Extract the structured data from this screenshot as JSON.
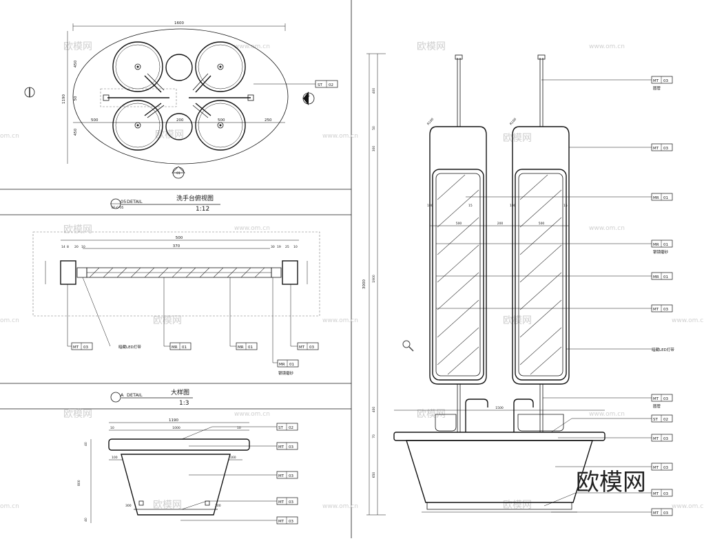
{
  "watermark": {
    "logo_text": "欧模网",
    "url_text": "www.om.cn",
    "url_text_partial": "om.cn"
  },
  "big_logo": "欧模网",
  "plan": {
    "overall_width": "1600",
    "height_dim": "1190",
    "left_dims": [
      "450",
      "50",
      "450"
    ],
    "mid_dims": [
      "500",
      "200",
      "500",
      "250"
    ],
    "tag": {
      "code": "ST",
      "num": "02"
    },
    "section_label": "01",
    "detail_marker": "05",
    "detail_title": "DETAIL",
    "detail_name": "洗手台俯视图",
    "scale": "1:12",
    "marker_sub": "EF-C-05",
    "elev_marker": "02"
  },
  "section_a": {
    "overall": "500",
    "inner": "370",
    "left_dims": [
      "14",
      "8",
      "20",
      "10"
    ],
    "right_dims": [
      "30",
      "19",
      "25",
      "10"
    ],
    "tags": [
      {
        "code": "MT",
        "num": "03",
        "note": ""
      },
      {
        "code": "",
        "num": "",
        "note": "暗藏LED灯带"
      },
      {
        "code": "MR",
        "num": "01",
        "note": ""
      },
      {
        "code": "MR",
        "num": "01",
        "note": ""
      },
      {
        "code": "MR",
        "num": "01",
        "note": "银镜磨砂"
      },
      {
        "code": "MT",
        "num": "03",
        "note": ""
      }
    ],
    "detail_marker": "A",
    "detail_title": "DETAIL",
    "detail_name": "大样图",
    "scale": "1:3"
  },
  "section_b": {
    "top_dims": [
      "1190",
      "10",
      "1000",
      "10"
    ],
    "side_dims": [
      "40",
      "800",
      "40"
    ],
    "inner_dims": [
      "100",
      "160"
    ],
    "bottom_dims": [
      "300",
      "300"
    ],
    "tags": [
      {
        "code": "ST",
        "num": "02"
      },
      {
        "code": "MT",
        "num": "03"
      },
      {
        "code": "MT",
        "num": "03"
      },
      {
        "code": "MT",
        "num": "03"
      },
      {
        "code": "MT",
        "num": "03"
      }
    ]
  },
  "elevation": {
    "total_height": "3000",
    "height_dims": [
      "400",
      "50",
      "300",
      "1900",
      "400",
      "70",
      "650"
    ],
    "counter_width": "1500",
    "mirror_dims": [
      "500",
      "200",
      "500"
    ],
    "small_dims": [
      "100",
      "15"
    ],
    "angle_label": "R100",
    "tags": [
      {
        "code": "MT",
        "num": "03",
        "note": "圆管"
      },
      {
        "code": "MT",
        "num": "03",
        "note": ""
      },
      {
        "code": "MR",
        "num": "01",
        "note": ""
      },
      {
        "code": "MR",
        "num": "01",
        "note": "银镜磨砂"
      },
      {
        "code": "MR",
        "num": "01",
        "note": ""
      },
      {
        "code": "MT",
        "num": "03",
        "note": ""
      },
      {
        "code": "",
        "num": "",
        "note": "暗藏LED灯带"
      },
      {
        "code": "MT",
        "num": "03",
        "note": "圆管"
      },
      {
        "code": "ST",
        "num": "02",
        "note": ""
      },
      {
        "code": "MT",
        "num": "03",
        "note": ""
      },
      {
        "code": "MT",
        "num": "03",
        "note": ""
      },
      {
        "code": "MT",
        "num": "03",
        "note": ""
      },
      {
        "code": "MT",
        "num": "03",
        "note": ""
      }
    ]
  },
  "icons": {
    "zoom": "magnifier-icon"
  }
}
